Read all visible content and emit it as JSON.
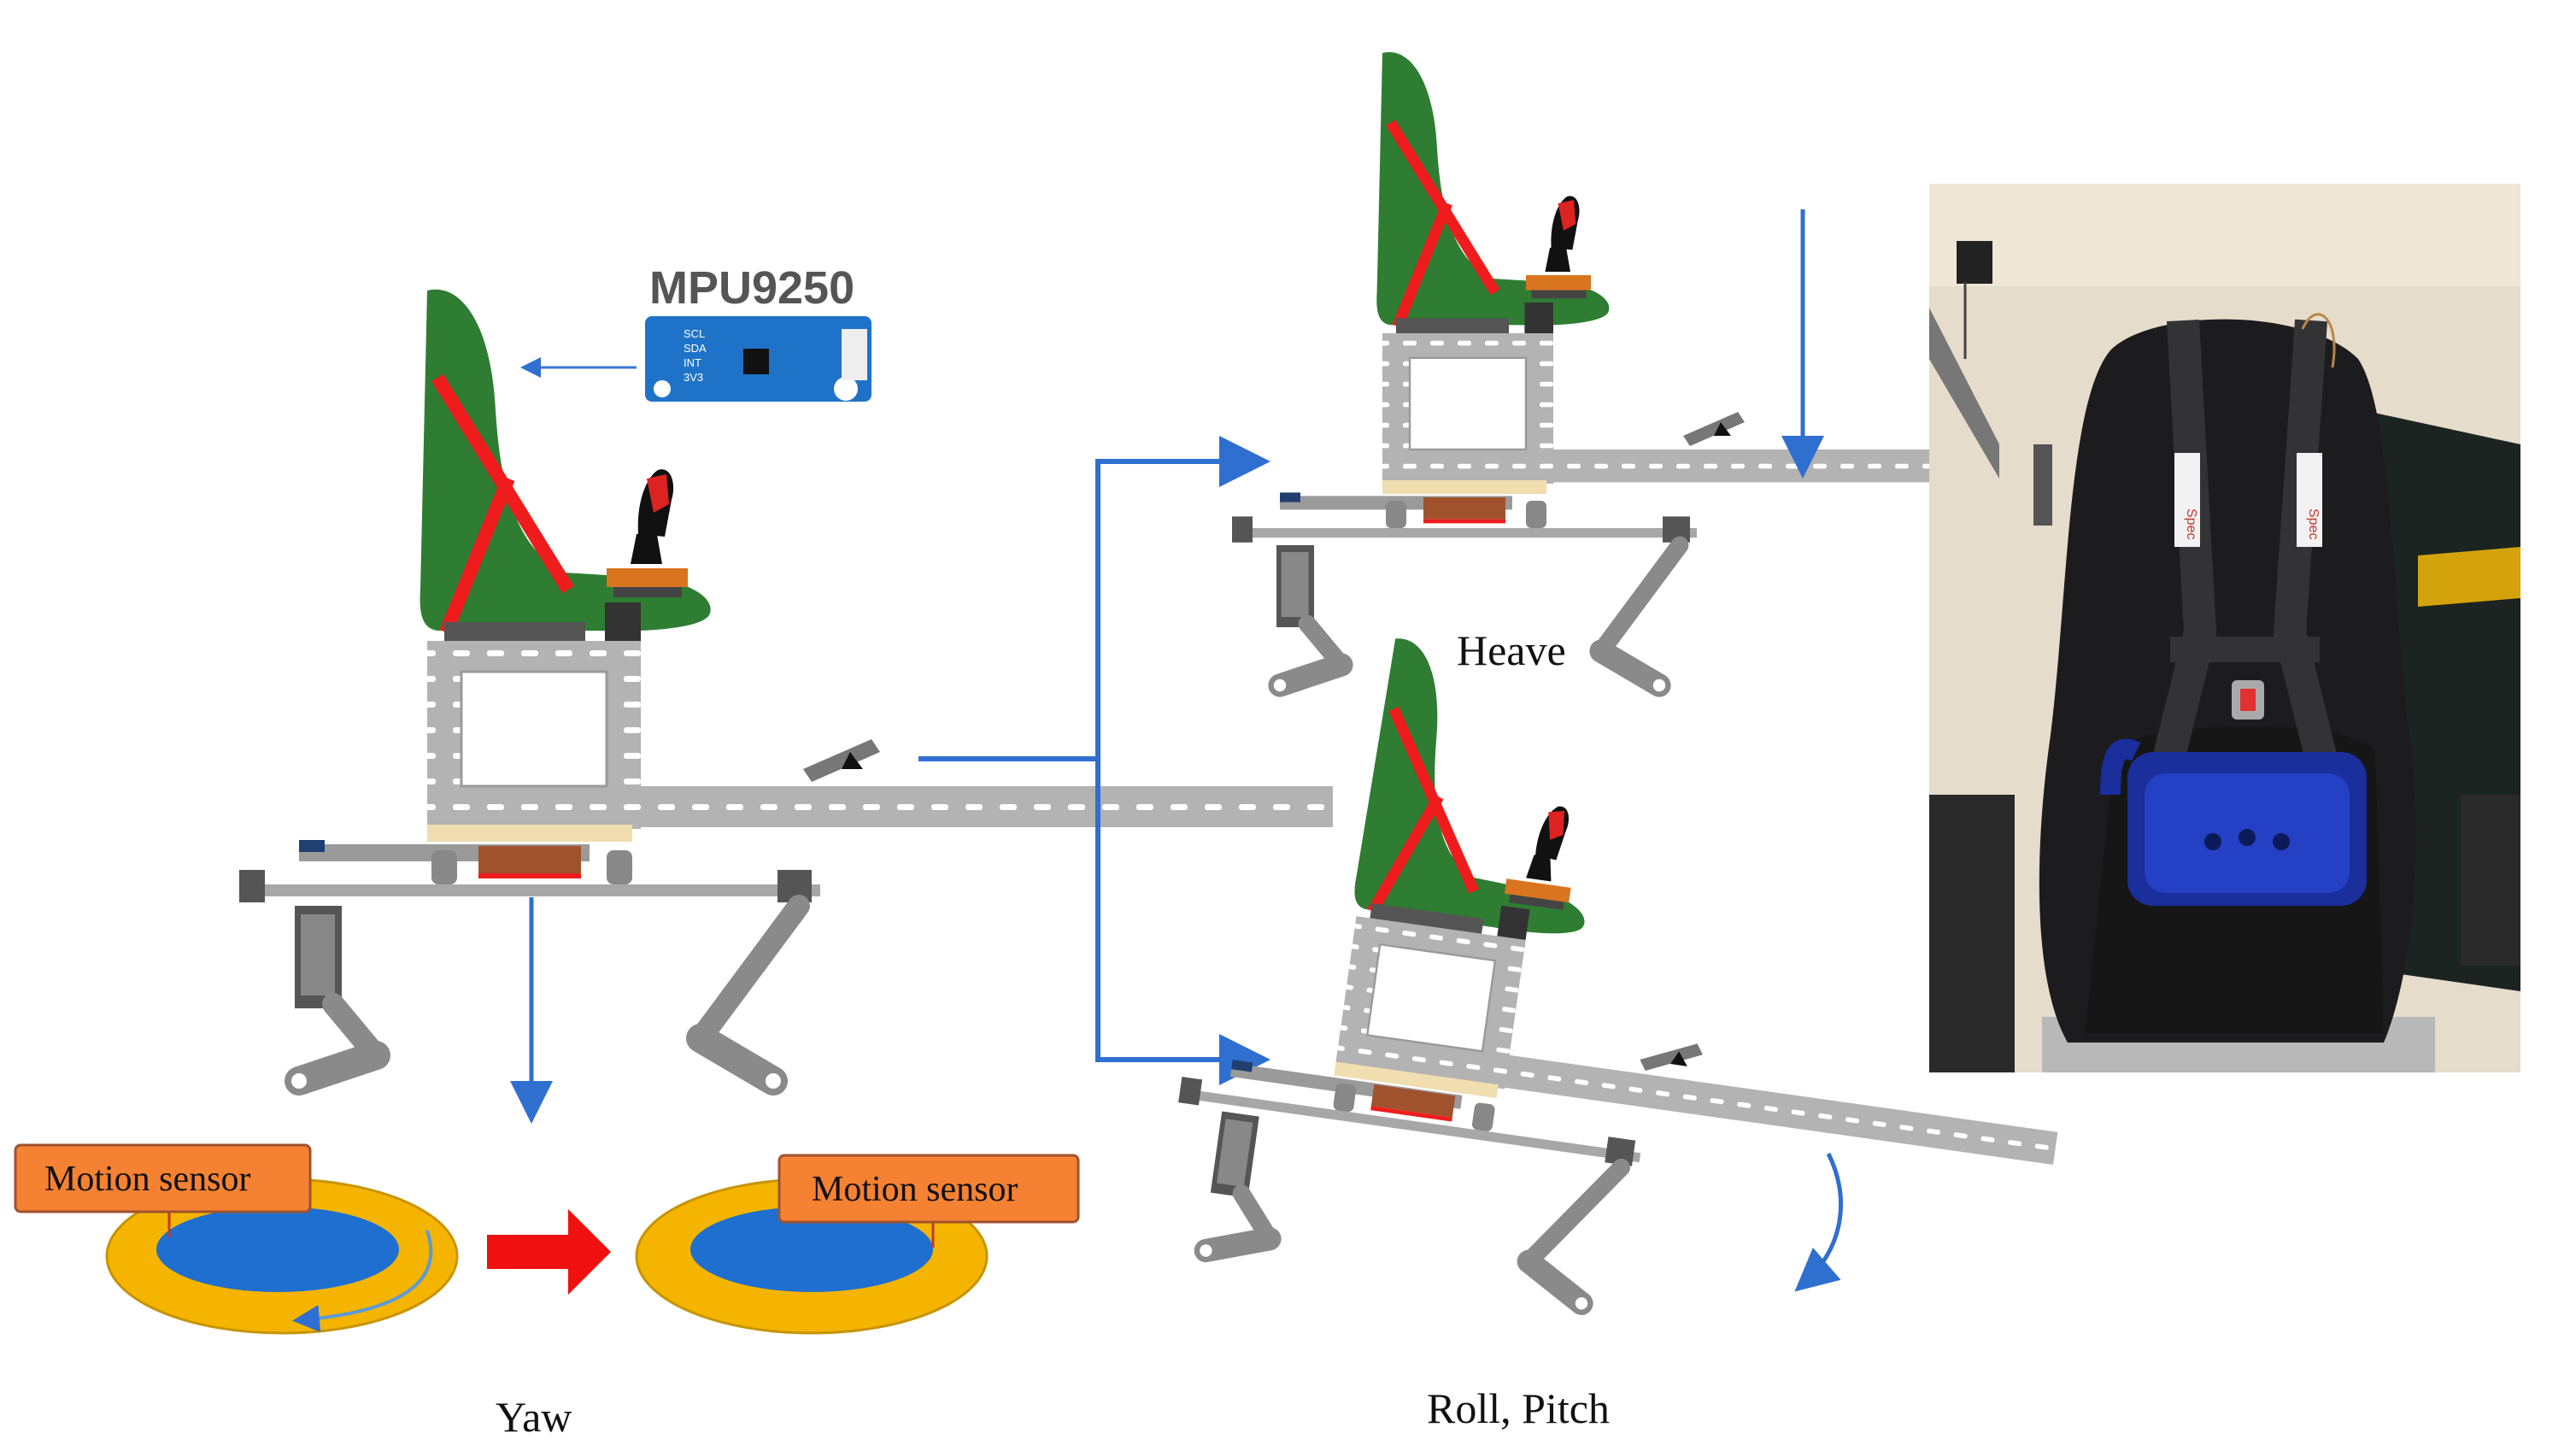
{
  "module": {
    "name": "MPU9250",
    "pin_labels": [
      "SCL",
      "SDA",
      "INT",
      "3V3"
    ],
    "icon": "mpu9250-sensor-board"
  },
  "labels": {
    "heave": "Heave",
    "roll_pitch": "Roll, Pitch",
    "yaw": "Yaw",
    "motion_sensor_left": "Motion sensor",
    "motion_sensor_right": "Motion sensor"
  },
  "photo": {
    "strap_left": "Spec",
    "strap_right": "Spec",
    "icon": "motion-seat-photo"
  },
  "colors": {
    "seat": "#2e7d32",
    "harness": "#ee1c1c",
    "frame": "#a9a9a9",
    "arrow": "#2f6fd0",
    "big_arrow": "#f01010",
    "sensor_box": "#f58233",
    "ring_outer": "#f4b400",
    "ring_inner": "#1e6fd0",
    "board": "#1e73c8"
  }
}
